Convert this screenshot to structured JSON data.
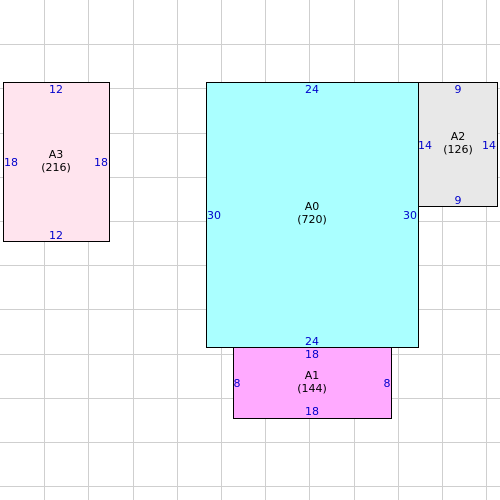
{
  "colors": {
    "grid": "#cfcfcf",
    "border": "#000000",
    "edge_label": "#0000cc",
    "name_label": "#000000"
  },
  "rects": [
    {
      "id": "A0",
      "name": "A0",
      "area": "(720)",
      "fill": "#aaffff",
      "labels": {
        "top": "24",
        "bottom": "24",
        "left": "30",
        "right": "30"
      }
    },
    {
      "id": "A1",
      "name": "A1",
      "area": "(144)",
      "fill": "#ffaaff",
      "labels": {
        "top": "18",
        "bottom": "18",
        "left": "8",
        "right": "8"
      }
    },
    {
      "id": "A2",
      "name": "A2",
      "area": "(126)",
      "fill": "#e8e8e8",
      "labels": {
        "top": "9",
        "bottom": "9",
        "left": "14",
        "right": "14"
      }
    },
    {
      "id": "A3",
      "name": "A3",
      "area": "(216)",
      "fill": "#ffe4ee",
      "labels": {
        "top": "12",
        "bottom": "12",
        "left": "18",
        "right": "18"
      }
    }
  ]
}
